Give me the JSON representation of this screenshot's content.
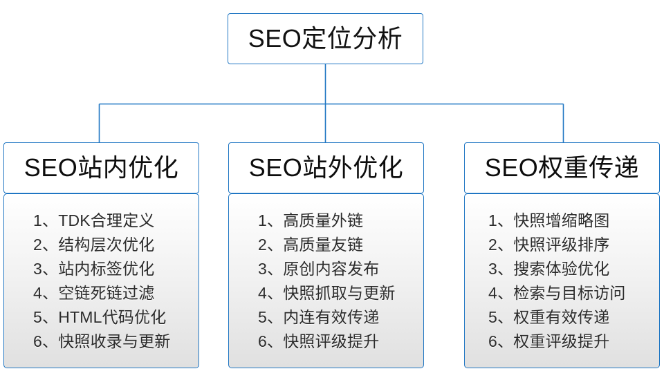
{
  "diagram": {
    "root": {
      "label": "SEO定位分析"
    },
    "line_color": "#1f76c3",
    "columns": [
      {
        "header": "SEO站内优化",
        "items": [
          "1、TDK合理定义",
          "2、结构层次优化",
          "3、站内标签优化",
          "4、空链死链过滤",
          "5、HTML代码优化",
          "6、快照收录与更新"
        ]
      },
      {
        "header": "SEO站外优化",
        "items": [
          "1、高质量外链",
          "2、高质量友链",
          "3、原创内容发布",
          "4、快照抓取与更新",
          "5、内连有效传递",
          "6、快照评级提升"
        ]
      },
      {
        "header": "SEO权重传递",
        "items": [
          "1、快照增缩略图",
          "2、快照评级排序",
          "3、搜索体验优化",
          "4、检索与目标访问",
          "5、权重有效传递",
          "6、权重评级提升"
        ]
      }
    ]
  }
}
